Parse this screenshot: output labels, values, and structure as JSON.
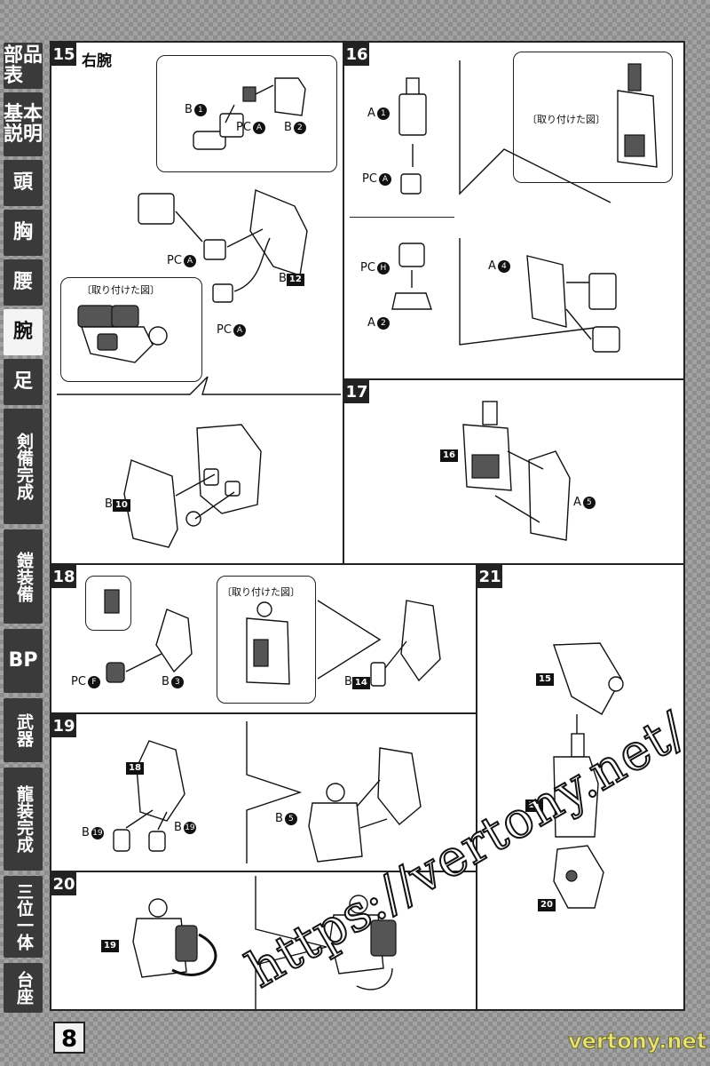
{
  "sidebar": [
    {
      "label": "部品表"
    },
    {
      "label": "基本説明"
    },
    {
      "label": "頭"
    },
    {
      "label": "胸"
    },
    {
      "label": "腰"
    },
    {
      "label": "腕",
      "active": true
    },
    {
      "label": "足"
    },
    {
      "label": "剣備完成"
    },
    {
      "label": "鎧装備"
    },
    {
      "label": "BP"
    },
    {
      "label": "武器"
    },
    {
      "label": "龍装完成"
    },
    {
      "label": "三位一体"
    },
    {
      "label": "台座"
    }
  ],
  "steps": {
    "s15": {
      "num": "15",
      "title": "右腕",
      "b1": "B",
      "b1n": "1",
      "pca": "PC",
      "pcan": "A",
      "b2": "B",
      "b2n": "2",
      "pca2": "PC",
      "pca2n": "A",
      "b12": "B",
      "b12n": "12",
      "pca3": "PC",
      "pca3n": "A",
      "note": "〔取り付けた図〕",
      "b10": "B",
      "b10n": "10"
    },
    "s16": {
      "num": "16",
      "a1": "A",
      "a1n": "1",
      "pca": "PC",
      "pcan": "A",
      "pch": "PC",
      "pchn": "H",
      "a2": "A",
      "a2n": "2",
      "a4": "A",
      "a4n": "4",
      "note": "〔取り付けた図〕"
    },
    "s17": {
      "num": "17",
      "ref16": "16",
      "a5": "A",
      "a5n": "5"
    },
    "s18": {
      "num": "18",
      "pcf": "PC",
      "pcfn": "F",
      "b3": "B",
      "b3n": "3",
      "note": "〔取り付けた図〕",
      "b14": "B",
      "b14n": "14"
    },
    "s19": {
      "num": "19",
      "ref18": "18",
      "b19a": "B",
      "b19an": "19",
      "b19b": "B",
      "b19bn": "19",
      "b5": "B",
      "b5n": "5"
    },
    "s20": {
      "num": "20",
      "ref19": "19"
    },
    "s21": {
      "num": "21",
      "ref15": "15",
      "ref17": "17",
      "ref20": "20"
    }
  },
  "page_number": "8",
  "watermark": "https://vertony.net/",
  "site": "vertony.net"
}
